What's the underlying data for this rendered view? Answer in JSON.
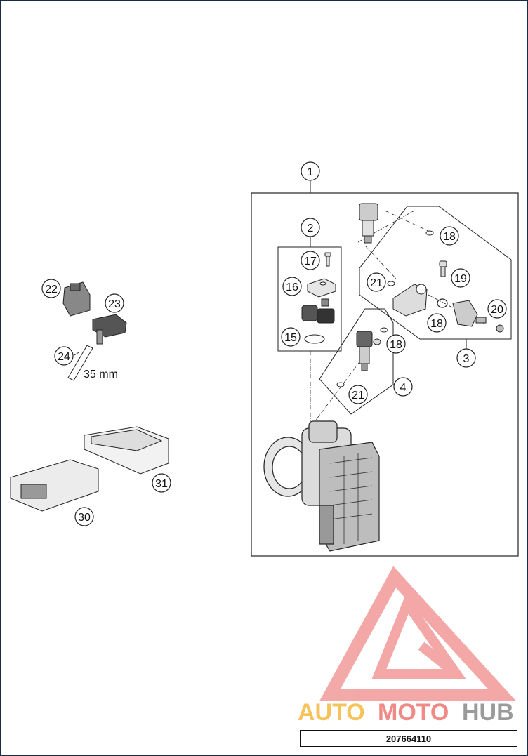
{
  "diagram": {
    "callouts": [
      "1",
      "2",
      "3",
      "4",
      "15",
      "16",
      "17",
      "18",
      "19",
      "20",
      "21",
      "22",
      "23",
      "24",
      "30",
      "31"
    ],
    "dimension_label": "35 mm",
    "document_number": "207664110"
  },
  "watermark": {
    "word_part1": "AUTO",
    "word_part2": "MOTO",
    "word_part3": "HUB",
    "colors": {
      "auto": "#f6c35a",
      "moto": "#ef8a86",
      "hub": "#9a9a9a",
      "logo": "#f19a98"
    }
  }
}
